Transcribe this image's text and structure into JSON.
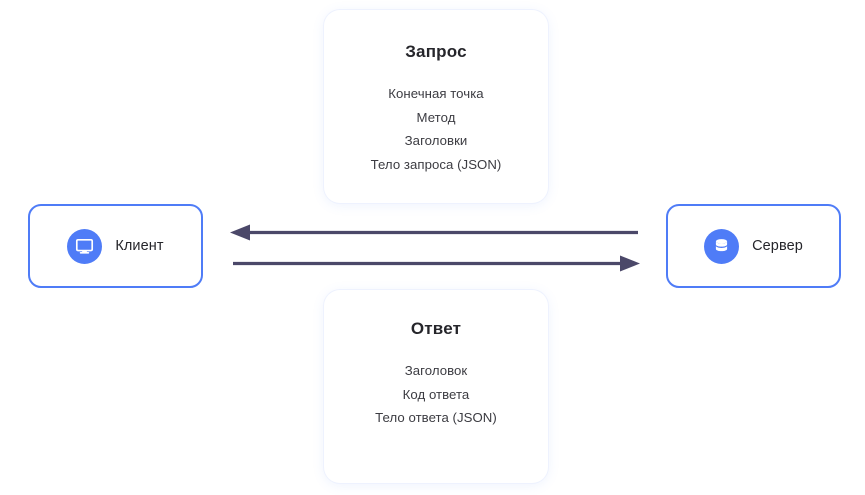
{
  "diagram": {
    "title_visible": false,
    "accent_color": "#4f7cf7",
    "arrow_color": "#4b4869",
    "panel_border_color": "#eef2fe",
    "text_color": "#26262b"
  },
  "nodes": {
    "client": {
      "label": "Клиент",
      "icon": "desktop-monitor-icon"
    },
    "server": {
      "label": "Сервер",
      "icon": "database-icon"
    }
  },
  "panels": {
    "request": {
      "title": "Запрос",
      "lines": [
        "Конечная точка",
        "Метод",
        "Заголовки",
        "Тело запроса (JSON)"
      ]
    },
    "response": {
      "title": "Ответ",
      "lines": [
        "Заголовок",
        "Код ответа",
        "Тело ответа (JSON)"
      ]
    }
  },
  "arrows": [
    {
      "name": "response-arrow",
      "direction": "server-to-client",
      "label": ""
    },
    {
      "name": "request-arrow",
      "direction": "client-to-server",
      "label": ""
    }
  ]
}
